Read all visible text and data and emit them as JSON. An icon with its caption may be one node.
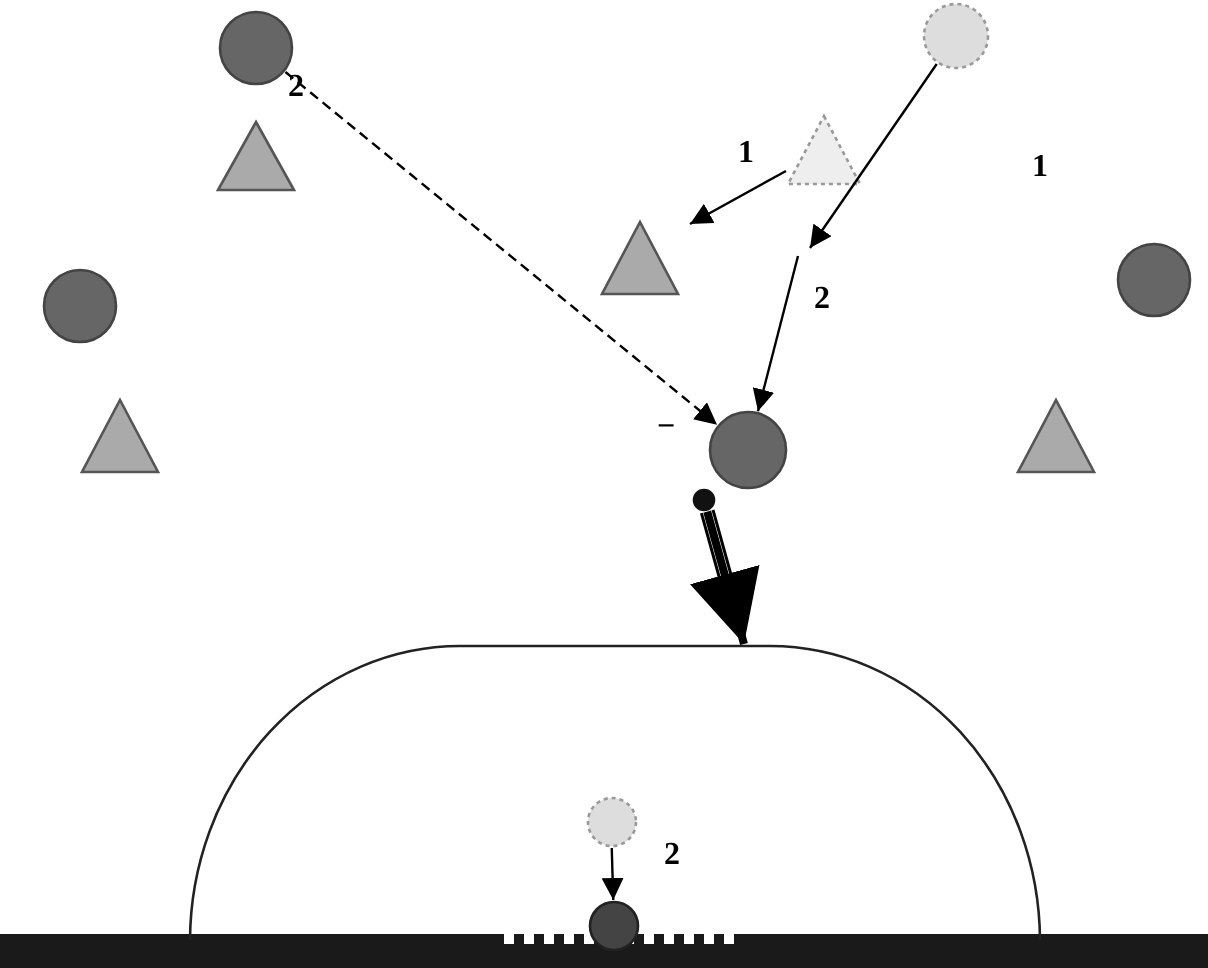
{
  "diagram": {
    "nodes": [
      {
        "text": [],
        "shape": "circle"
      },
      {
        "text": [],
        "shape": "circle"
      },
      {
        "text": [],
        "shape": "triangle"
      },
      {
        "text": [],
        "shape": "triangle"
      },
      {
        "text": [],
        "shape": "triangle"
      },
      {
        "text": [],
        "shape": "circle"
      },
      {
        "text": [],
        "shape": "circle"
      },
      {
        "text": [],
        "shape": "triangle"
      },
      {
        "text": [],
        "shape": "circle"
      },
      {
        "text": [],
        "shape": "triangle"
      },
      {
        "text": [],
        "shape": "circle"
      },
      {
        "text": [],
        "shape": "arc"
      },
      {
        "text": [],
        "shape": "circle",
        "in": 11
      },
      {
        "text": [],
        "shape": "circle"
      }
    ],
    "edges": [
      {
        "from": 0,
        "to": 8,
        "arrow": "to",
        "style": "dashed"
      },
      {
        "from": 3,
        "to": 4,
        "arrow": "to"
      },
      {
        "from": 1,
        "to": null,
        "arrow": "to"
      },
      {
        "from": null,
        "to": 8,
        "arrow": "to"
      },
      {
        "from": 10,
        "to": 11,
        "arrow": "to",
        "style": "thick"
      },
      {
        "from": 12,
        "to": 13,
        "arrow": "to"
      }
    ],
    "labels": [
      "2",
      "1",
      "1",
      "2",
      "−",
      "2"
    ]
  }
}
